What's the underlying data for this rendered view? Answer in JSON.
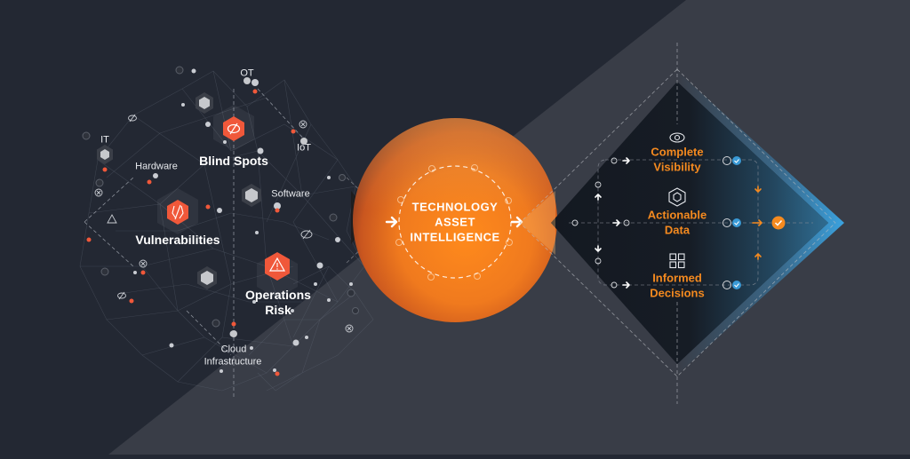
{
  "colors": {
    "background_dark": "#232833",
    "background_band": "#393d47",
    "accent_orange": "#f58a1f",
    "risk_red": "#f0583a",
    "accent_blue": "#3a9ad6",
    "diamond_inner": "#161b24",
    "text_light": "#e8eaee"
  },
  "network": {
    "asset_labels": [
      {
        "id": "ot",
        "label": "OT"
      },
      {
        "id": "it",
        "label": "IT"
      },
      {
        "id": "iot",
        "label": "IoT"
      },
      {
        "id": "hardware",
        "label": "Hardware"
      },
      {
        "id": "software",
        "label": "Software"
      },
      {
        "id": "cloud",
        "label": "Cloud\nInfrastructure",
        "line1": "Cloud",
        "line2": "Infrastructure"
      }
    ],
    "risk_labels": [
      {
        "id": "blind_spots",
        "label": "Blind Spots",
        "icon": "eye-slash-icon"
      },
      {
        "id": "vulnerabilities",
        "label": "Vulnerabilities",
        "icon": "slashed-shield-icon"
      },
      {
        "id": "operations_risk",
        "label": "Operations Risk",
        "line1": "Operations",
        "line2": "Risk",
        "icon": "warning-triangle-icon"
      }
    ]
  },
  "core": {
    "line1": "TECHNOLOGY",
    "line2": "ASSET",
    "line3": "INTELLIGENCE",
    "icon_in": "arrow-right-icon",
    "icon_out": "arrow-right-icon"
  },
  "outcomes": [
    {
      "id": "complete_visibility",
      "line1": "Complete",
      "line2": "Visibility",
      "icon": "eye-icon"
    },
    {
      "id": "actionable_data",
      "line1": "Actionable",
      "line2": "Data",
      "icon": "cube-hexagon-icon"
    },
    {
      "id": "informed_decisions",
      "line1": "Informed",
      "line2": "Decisions",
      "icon": "checklist-grid-icon"
    }
  ],
  "final": {
    "icon": "orange-check-icon"
  }
}
